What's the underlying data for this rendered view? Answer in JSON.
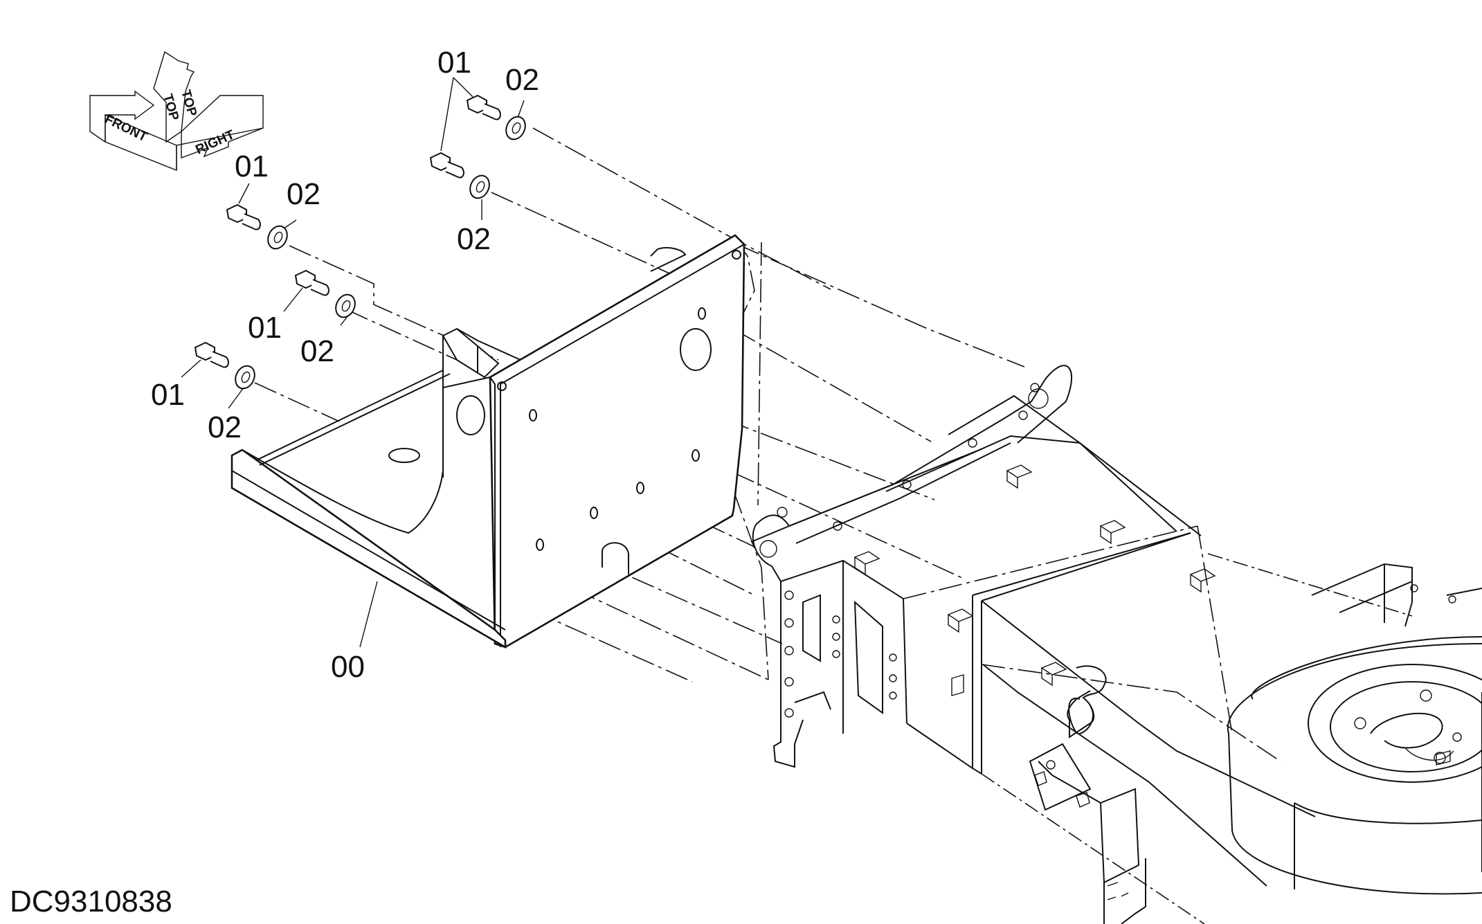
{
  "drawing_code": "DC9310838",
  "orientation": {
    "front": "FRONT",
    "top": "TOP",
    "right": "RIGHT"
  },
  "callouts": [
    {
      "id": "01",
      "text": "01"
    },
    {
      "id": "02",
      "text": "02"
    },
    {
      "id": "01",
      "text": "01"
    },
    {
      "id": "02",
      "text": "02"
    },
    {
      "id": "02",
      "text": "02"
    },
    {
      "id": "01",
      "text": "01"
    },
    {
      "id": "02",
      "text": "02"
    },
    {
      "id": "01",
      "text": "01"
    },
    {
      "id": "02",
      "text": "02"
    },
    {
      "id": "00",
      "text": "00"
    }
  ],
  "icons": [
    "orientation-arrows-icon",
    "bolt-icon",
    "washer-icon"
  ]
}
